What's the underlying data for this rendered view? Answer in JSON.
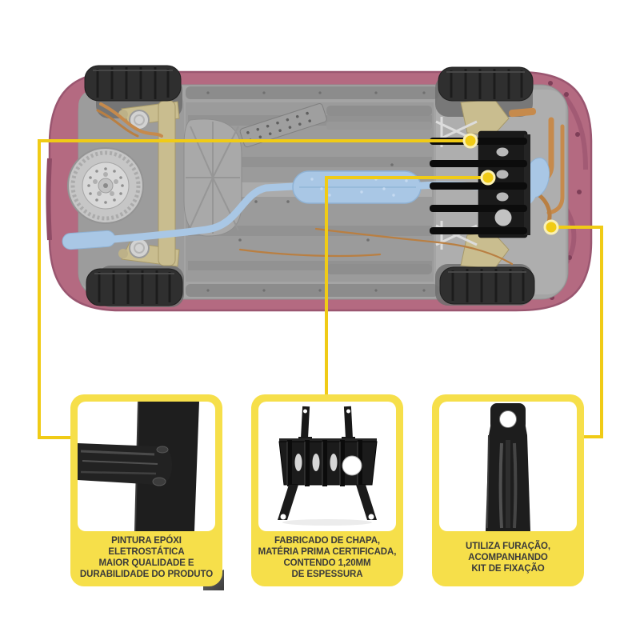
{
  "colors": {
    "card_yellow": "#f6df4a",
    "callout_yellow": "#f0cb16",
    "body_pink": "#b46a81",
    "chassis_gray": "#a4a4a4",
    "exhaust_blue": "#a9c7e5",
    "subframe_tan": "#c9bd8f",
    "copper_line": "#c68a4c",
    "skid_plate_black": "#161616",
    "caption_text": "#3a3a3a"
  },
  "callouts": {
    "count": 3,
    "targets": [
      "front-crossmember",
      "skid-plate-center",
      "mounting-bracket"
    ]
  },
  "cards": [
    {
      "id": "epoxy-paint",
      "photo": "crossmember-closeup-photo",
      "caption": "PINTURA EPÓXI\nELETROSTÁTICA\nMAIOR QUALIDADE E\nDURABILIDADE DO PRODUTO"
    },
    {
      "id": "sheet-material",
      "photo": "skid-plate-product-photo",
      "caption": "FABRICADO DE CHAPA,\nMATÉRIA PRIMA CERTIFICADA,\nCONTENDO 1,20MM\nDE ESPESSURA"
    },
    {
      "id": "fixing-kit",
      "photo": "mounting-bracket-photo",
      "caption": "UTILIZA FURAÇÃO,\nACOMPANHANDO\nKIT DE FIXAÇÃO"
    }
  ]
}
